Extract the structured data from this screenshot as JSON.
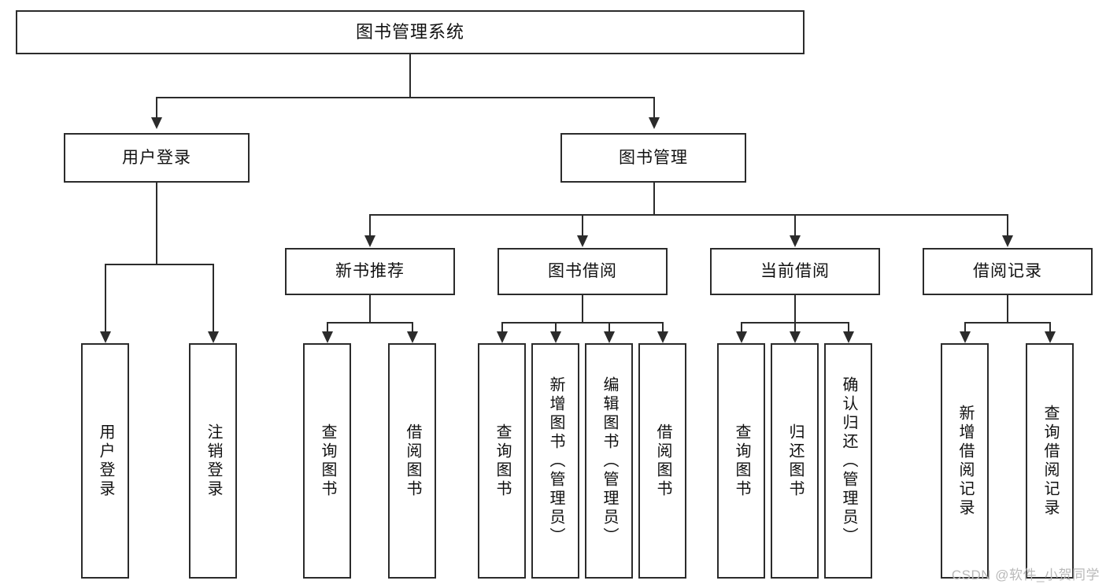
{
  "diagram": {
    "title": "图书管理系统",
    "type": "tree",
    "root": {
      "label": "图书管理系统"
    },
    "level2": [
      {
        "label": "用户登录"
      },
      {
        "label": "图书管理"
      }
    ],
    "level3": [
      {
        "label": "新书推荐"
      },
      {
        "label": "图书借阅"
      },
      {
        "label": "当前借阅"
      },
      {
        "label": "借阅记录"
      }
    ],
    "leaves": {
      "user_login": [
        {
          "label": "用户登录"
        },
        {
          "label": "注销登录"
        }
      ],
      "new_book": [
        {
          "label": "查询图书"
        },
        {
          "label": "借阅图书"
        }
      ],
      "borrow_book": [
        {
          "label": "查询图书"
        },
        {
          "label": "新增图书（管理员）"
        },
        {
          "label": "编辑图书（管理员）"
        },
        {
          "label": "借阅图书"
        }
      ],
      "current_borrow": [
        {
          "label": "查询图书"
        },
        {
          "label": "归还图书"
        },
        {
          "label": "确认归还（管理员）"
        }
      ],
      "borrow_record": [
        {
          "label": "新增借阅记录"
        },
        {
          "label": "查询借阅记录"
        }
      ]
    },
    "colors": {
      "stroke": "#2b2b2b",
      "fill": "#ffffff",
      "text": "#111111",
      "watermark": "#b9b9b9"
    }
  },
  "watermark": {
    "text": "CSDN @软件_小贺同学"
  }
}
